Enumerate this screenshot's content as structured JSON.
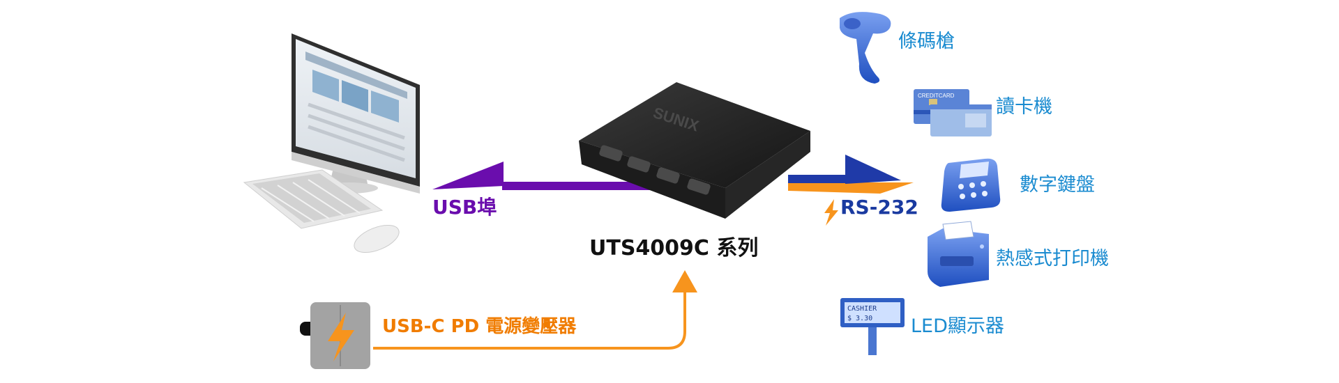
{
  "labels": {
    "usb_port": "USB埠",
    "rs232": "RS-232",
    "device_name": "UTS4009C 系列",
    "power_adapter": "USB-C PD 電源變壓器"
  },
  "peripherals": [
    {
      "label": "條碼槍",
      "icon": "barcode-scanner-icon"
    },
    {
      "label": "讀卡機",
      "icon": "card-reader-icon"
    },
    {
      "label": "數字鍵盤",
      "icon": "numeric-keypad-icon"
    },
    {
      "label": "熱感式打印機",
      "icon": "thermal-printer-icon"
    },
    {
      "label": "LED顯示器",
      "icon": "led-display-icon"
    }
  ],
  "card_text": "CREDITCARD",
  "device_brand": "SUNIX",
  "display_text": [
    "CASHIER",
    "$ 3.30"
  ],
  "colors": {
    "usb": "#6a0dad",
    "rs232": "#1a3aa0",
    "power": "#f7941d",
    "peripheral_text": "#1a8bd0",
    "device_label": "#111111"
  }
}
